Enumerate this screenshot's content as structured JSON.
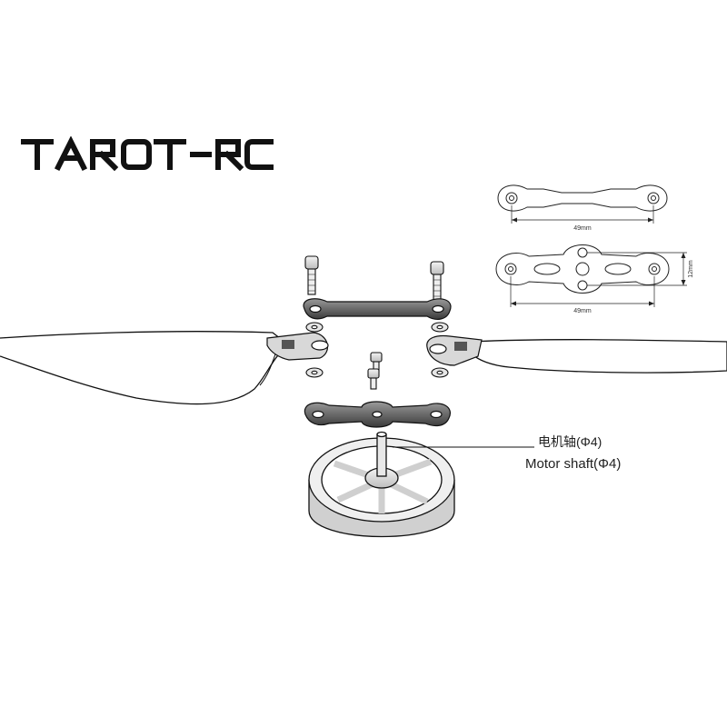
{
  "brand": {
    "logo_text": "TAROT-RC"
  },
  "labels": {
    "motor_shaft_cn": "电机轴(Φ4)",
    "motor_shaft_en": "Motor shaft(Φ4)"
  },
  "dimensions": {
    "top_plate_width": "49mm",
    "bottom_plate_width": "49mm",
    "bottom_plate_height": "12mm"
  }
}
